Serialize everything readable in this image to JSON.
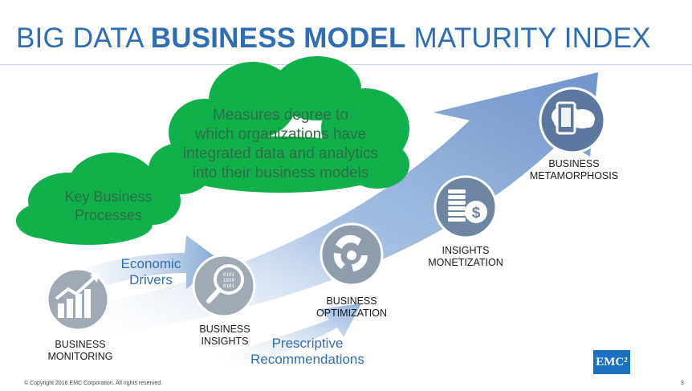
{
  "header": {
    "title_part1": "BIG DATA ",
    "title_part2": "BUSINESS MODEL",
    "title_part3": " MATURITY INDEX"
  },
  "cloud_main": {
    "line1": "Measures degree to",
    "line2": "which organizations have",
    "line3": "integrated data and analytics",
    "line4": "into their business models"
  },
  "cloud_small": {
    "line1": "Key Business",
    "line2": "Processes"
  },
  "flows": {
    "economic_line1": "Economic",
    "economic_line2": "Drivers",
    "prescriptive_line1": "Prescriptive",
    "prescriptive_line2": "Recommendations"
  },
  "stages": [
    {
      "line1": "BUSINESS",
      "line2": "MONITORING",
      "icon": "growth-chart-icon"
    },
    {
      "line1": "BUSINESS",
      "line2": "INSIGHTS",
      "icon": "binary-magnifier-icon"
    },
    {
      "line1": "BUSINESS",
      "line2": "OPTIMIZATION",
      "icon": "optimization-cycle-icon"
    },
    {
      "line1": "INSIGHTS",
      "line2": "MONETIZATION",
      "icon": "coins-dollar-icon"
    },
    {
      "line1": "BUSINESS",
      "line2": "METAMORPHOSIS",
      "icon": "cloud-tablet-icon"
    }
  ],
  "footer": {
    "copyright": "© Copyright 2016 EMC Corporation. All rights reserved.",
    "page": "3",
    "logo": "EMC²"
  },
  "colors": {
    "title_blue": "#2f6db4",
    "cloud_green": "#10b14b",
    "arrow_blue": "#7d9fcf",
    "circle_gray": "#9aa5b1"
  }
}
